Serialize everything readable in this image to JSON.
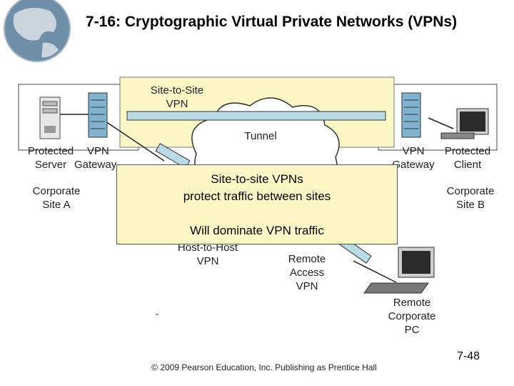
{
  "slide": {
    "title": "7-16: Cryptographic Virtual Private Networks (VPNs)",
    "footer": "© 2009 Pearson Education, Inc.  Publishing as Prentice Hall",
    "page_number": "7-48"
  },
  "diagram": {
    "site_to_site_vpn_label": [
      "Site-to-Site",
      "VPN"
    ],
    "tunnel_label": "Tunnel",
    "protected_server_label": [
      "Protected",
      "Server"
    ],
    "vpn_gateway_a_label": [
      "VPN",
      "Gateway"
    ],
    "corporate_site_a_label": [
      "Corporate",
      "Site A"
    ],
    "vpn_gateway_b_label": [
      "VPN",
      "Gateway"
    ],
    "protected_client_label": [
      "Protected",
      "Client"
    ],
    "corporate_site_b_label": [
      "Corporate",
      "Site B"
    ],
    "host_to_host_vpn_label": [
      "Host-to-Host",
      "VPN"
    ],
    "remote_access_vpn_label": [
      "Remote",
      "Access",
      "VPN"
    ],
    "remote_corporate_pc_label": [
      "Remote",
      "Corporate",
      "PC"
    ]
  },
  "callout": {
    "line1": "Site-to-site VPNs",
    "line2": "protect traffic between sites",
    "line3": "Will dominate VPN traffic"
  },
  "colors": {
    "highlight_fill": "#fdf7c6",
    "tunnel_fill": "#b9dbe8",
    "server_blue": "#7fb3d0"
  }
}
